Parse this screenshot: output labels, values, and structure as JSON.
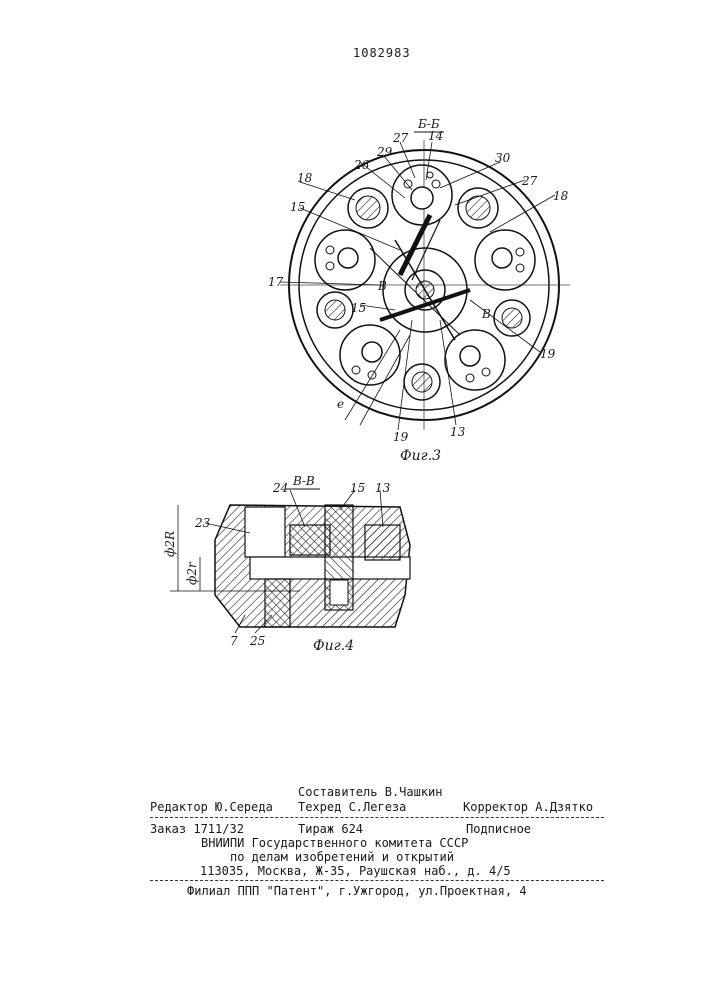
{
  "header": {
    "patent_number": "1082983"
  },
  "figure3": {
    "section_label": "Б-Б",
    "caption": "Фиг.3",
    "callouts": {
      "c27a": "27",
      "c14": "14",
      "c29": "29",
      "c30": "30",
      "c26": "26",
      "c27b": "27",
      "c18a": "18",
      "c18b": "18",
      "c15a": "15",
      "c17": "17",
      "c15b": "15",
      "c19a": "19",
      "c19b": "19",
      "c13": "13",
      "cE": "e",
      "cBa": "В",
      "cBb": "В"
    }
  },
  "figure4": {
    "section_label": "В-В",
    "caption": "Фиг.4",
    "callouts": {
      "c24": "24",
      "c15": "15",
      "c13": "13",
      "c23": "23",
      "c7": "7",
      "c25": "25",
      "d2R": "ф2R",
      "d2r": "ф2r"
    }
  },
  "footer": {
    "compiler": "Составитель В.Чашкин",
    "editor": "Редактор Ю.Середа",
    "techred": "Техред С.Легеза",
    "corrector": "Корректор А.Дзятко",
    "order": "Заказ 1711/32",
    "circulation": "Тираж 624",
    "subscription": "Подписное",
    "institute": "ВНИИПИ Государственного комитета СССР",
    "affairs": "по делам изобретений и открытий",
    "address": "113035, Москва, Ж-35, Раушская наб., д. 4/5",
    "branch": "Филиал ППП \"Патент\", г.Ужгород, ул.Проектная, 4"
  }
}
